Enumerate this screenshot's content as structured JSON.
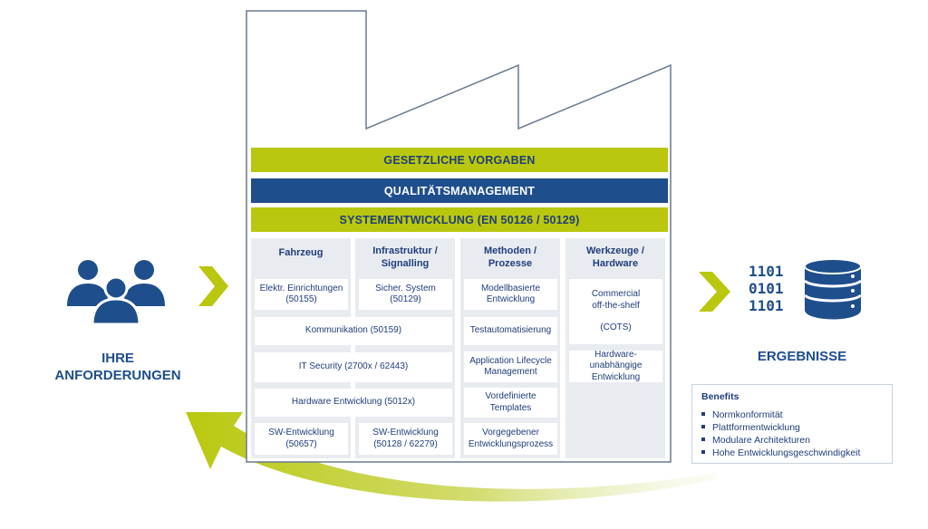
{
  "bands": {
    "legal": "GESETZLICHE VORGABEN",
    "quality": "QUALITÄTSMANAGEMENT",
    "system": "SYSTEMENTWICKLUNG (EN 50126 / 50129)"
  },
  "columns": {
    "fahrzeug": "Fahrzeug",
    "infrastruktur": "Infrastruktur /\nSignalling",
    "methoden": "Methoden /\nProzesse",
    "werkzeuge": "Werkzeuge /\nHardware"
  },
  "boxes": {
    "elektr": "Elektr. Einrichtungen\n(50155)",
    "sicher": "Sicher. System\n(50129)",
    "kommunikation": "Kommunikation (50159)",
    "it_security": "IT Security (2700x / 62443)",
    "hardware_entw": "Hardware Entwicklung (5012x)",
    "sw_fahrzeug": "SW-Entwicklung\n(50657)",
    "sw_infra": "SW-Entwicklung\n(50128 / 62279)",
    "modellbasiert": "Modellbasierte\nEntwicklung",
    "testauto": "Testautomatisierung",
    "alm": "Application Lifecycle\nManagement",
    "templates": "Vordefinierte\nTemplates",
    "vorgegeben": "Vorgegebener\nEntwicklungsprozess",
    "cots_a": "Commercial\noff-the-shelf",
    "cots_b": "(COTS)",
    "hw_unabh": "Hardware-\nunabhängige\nEntwicklung"
  },
  "left_label": "IHRE\nANFORDERUNGEN",
  "right_label": "ERGEBNISSE",
  "binary": [
    "1101",
    "0101",
    "1101"
  ],
  "benefits": {
    "title": "Benefits",
    "items": [
      "Normkonformität",
      "Plattformentwicklung",
      "Modulare Architekturen",
      "Hohe Entwicklungsgeschwindigkeit"
    ]
  },
  "icons": {
    "people": "people-group-icon",
    "chevron_left": "chevron-right-icon",
    "chevron_right": "chevron-right-icon",
    "database": "database-icon",
    "return_arrow": "curved-arrow-icon"
  },
  "colors": {
    "green": "#b9c80f",
    "blue": "#1f4e8c",
    "navy": "#1f3d7a",
    "panel": "#e8ecf1"
  }
}
